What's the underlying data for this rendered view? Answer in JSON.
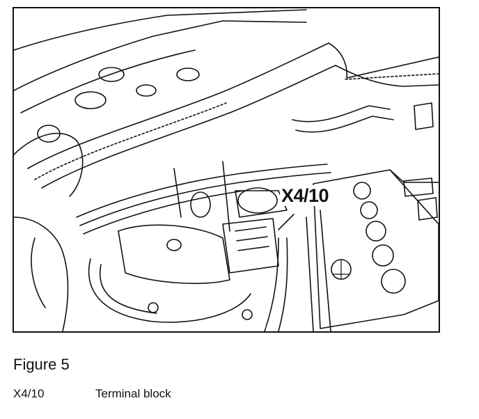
{
  "figure": {
    "callout": "X4/10",
    "caption": "Figure 5"
  },
  "legend": [
    {
      "code": "X4/10",
      "description": "Terminal block"
    }
  ]
}
